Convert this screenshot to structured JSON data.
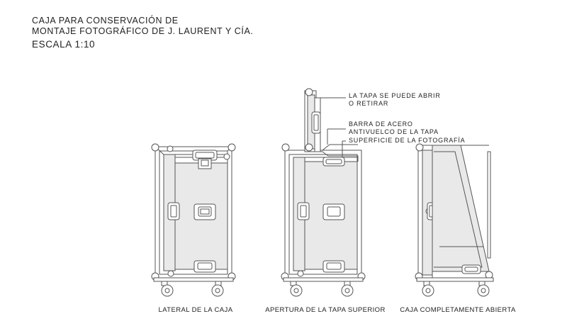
{
  "title": {
    "line1": "CAJA PARA CONSERVACIÓN DE",
    "line2": "MONTAJE FOTOGRÁFICO DE J. LAURENT Y CÍA."
  },
  "scale": "ESCALA 1:10",
  "callouts": {
    "lid": {
      "line1": "LA TAPA SE PUEDE ABRIR",
      "line2": "O RETIRAR"
    },
    "bar": {
      "line1": "BARRA DE ACERO",
      "line2": "ANTIVUELCO DE LA TAPA"
    },
    "surface": "SUPERFICIE DE LA FOTOGRAFÍA"
  },
  "captions": {
    "side": "LATERAL DE LA CAJA",
    "top_open": "APERTURA DE LA TAPA SUPERIOR",
    "full_open": "CAJA COMPLETAMENTE ABIERTA"
  },
  "colors": {
    "line": "#555555",
    "fill": "#e9e9e9",
    "background": "#ffffff"
  }
}
